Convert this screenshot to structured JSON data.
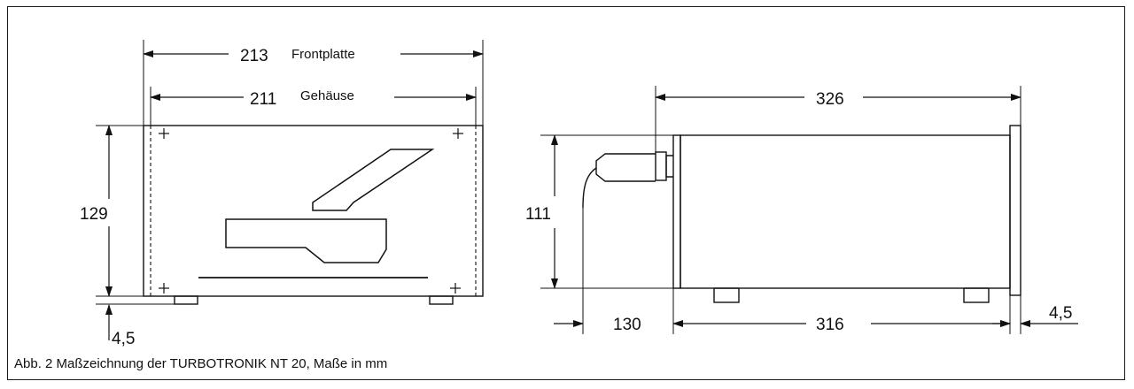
{
  "front_view": {
    "width_frontplate": "213",
    "label_frontplate": "Frontplatte",
    "width_housing": "211",
    "label_housing": "Gehäuse",
    "height": "129",
    "foot_offset": "4,5"
  },
  "side_view": {
    "length_total": "326",
    "height": "111",
    "cable_clearance": "130",
    "length_housing": "316",
    "panel_thickness": "4,5"
  },
  "caption": "Abb. 2  Maßzeichnung der TURBOTRONIK NT 20,  Maße in mm"
}
